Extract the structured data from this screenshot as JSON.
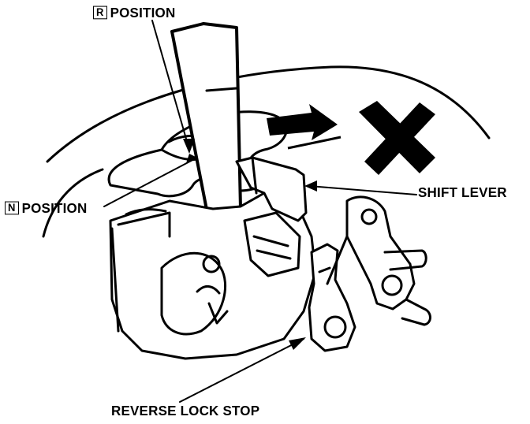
{
  "labels": {
    "r_position": {
      "box": "R",
      "text": "POSITION"
    },
    "n_position": {
      "box": "N",
      "text": "POSITION"
    },
    "shift_lever": "SHIFT LEVER",
    "reverse_lock_stop": "REVERSE LOCK STOP"
  },
  "icons": {
    "x_mark": "x-cross-icon",
    "direction_arrow": "arrow-right-icon"
  },
  "colors": {
    "ink": "#000000",
    "paper": "#ffffff"
  }
}
